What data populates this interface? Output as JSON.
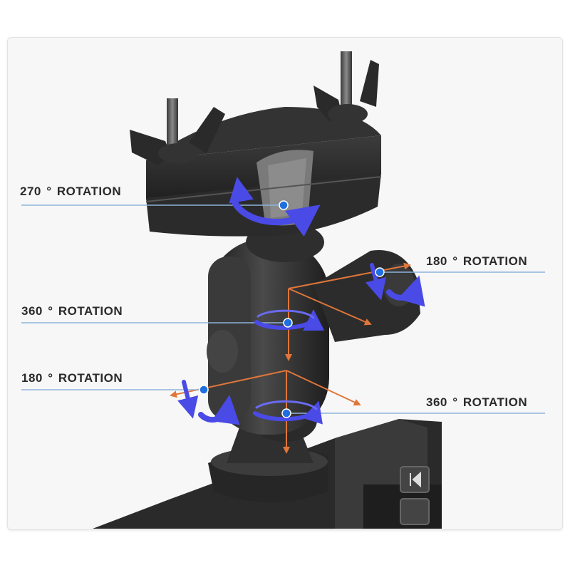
{
  "labels": {
    "rotation_270_left": {
      "angle": "270",
      "degree_mark": "°",
      "word": "ROTATION"
    },
    "rotation_180_right": {
      "angle": "180",
      "degree_mark": "°",
      "word": "ROTATION"
    },
    "rotation_360_left": {
      "angle": "360",
      "degree_mark": "°",
      "word": "ROTATION"
    },
    "rotation_180_left": {
      "angle": "180",
      "degree_mark": "°",
      "word": "ROTATION"
    },
    "rotation_360_right": {
      "angle": "360",
      "degree_mark": "°",
      "word": "ROTATION"
    }
  },
  "colors": {
    "callout_line": "#8fb3dc",
    "pivot_dot": "#1f6fe0",
    "rotation_arrow": "#4a4ae6",
    "axis_line": "#e0763a",
    "mount_body": "#2b2b2b",
    "frame_bg": "#f7f7f7"
  }
}
